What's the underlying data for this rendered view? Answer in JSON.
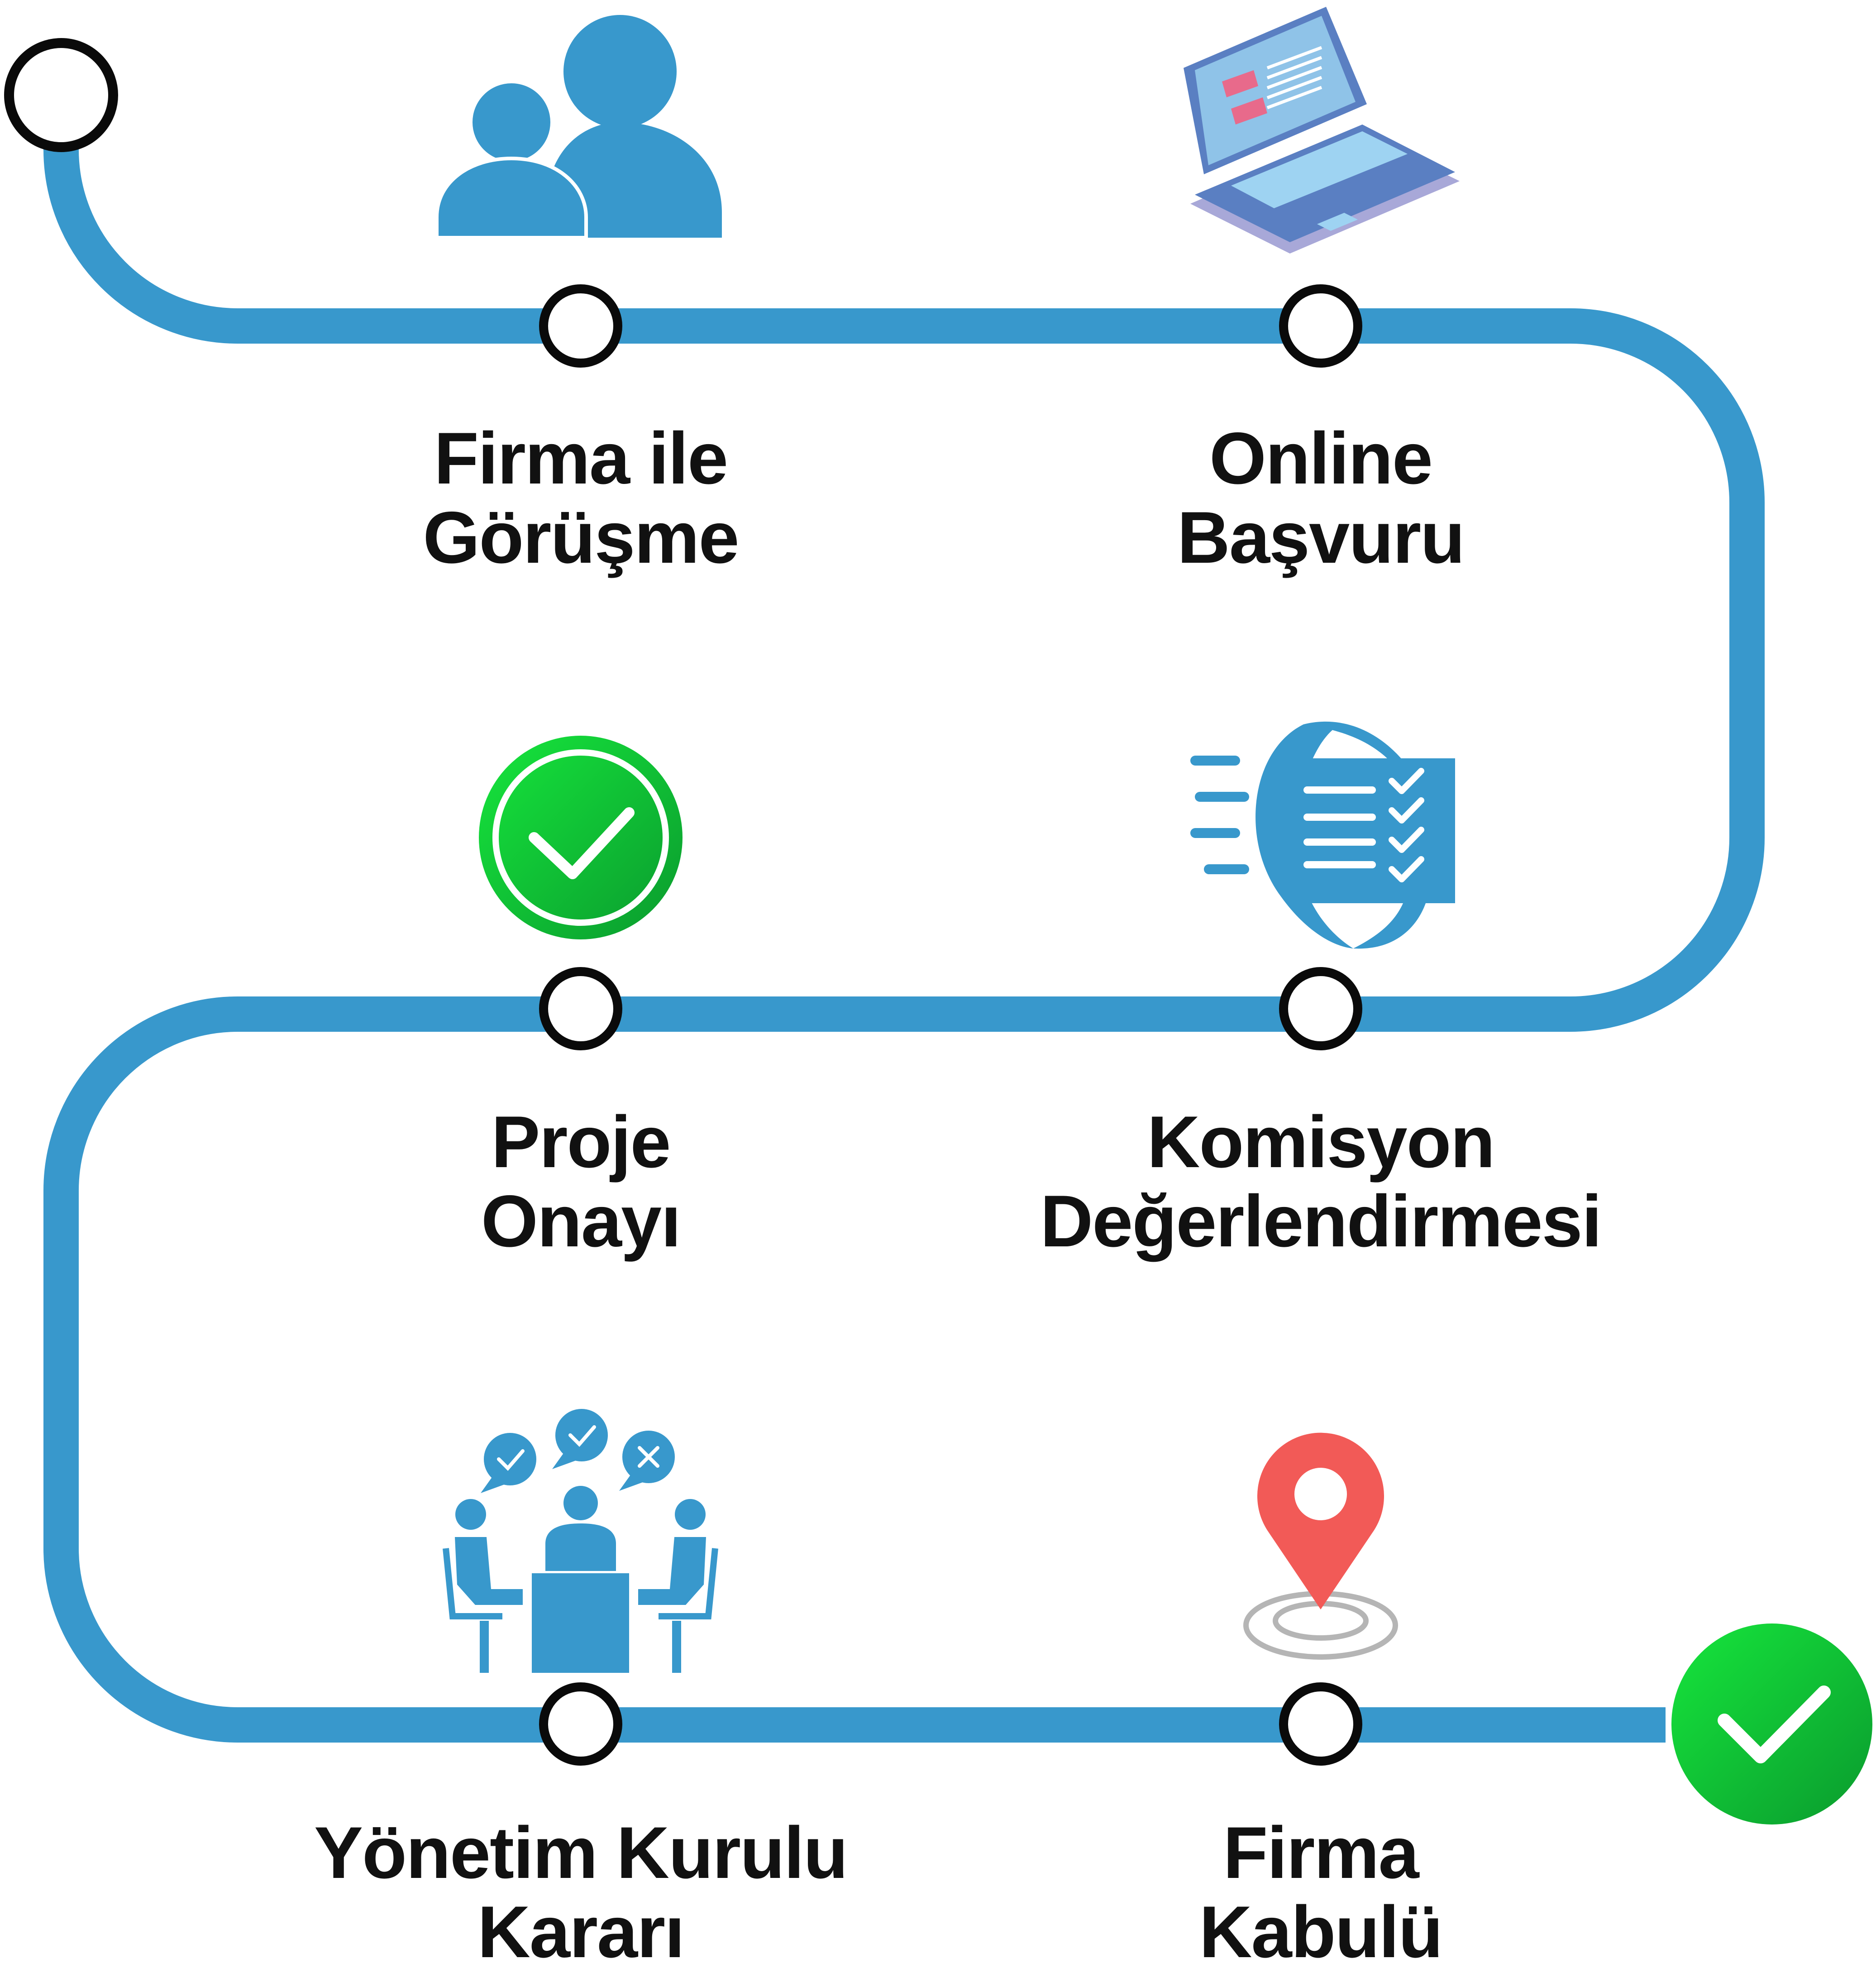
{
  "colors": {
    "track": "#3898CC",
    "node_fill": "#FFFFFF",
    "node_stroke": "#0A0A0A",
    "icon_blue": "#3898CC",
    "success_green": "#12C837",
    "pin_red": "#F25A57",
    "ring_gray": "#B5B5B5",
    "laptop_screen": "#8FC3E8",
    "laptop_body": "#5A7FC2",
    "laptop_keys": "#9ED3F2",
    "laptop_red": "#E86A8B"
  },
  "steps": [
    {
      "id": "firma-ile-gorusme",
      "line1": "Firma ile",
      "line2": "Görüşme",
      "icon": "users-icon"
    },
    {
      "id": "online-basvuru",
      "line1": "Online",
      "line2": "Başvuru",
      "icon": "laptop-icon"
    },
    {
      "id": "proje-onayi",
      "line1": "Proje",
      "line2": "Onayı",
      "icon": "check-badge-icon"
    },
    {
      "id": "komisyon-degerlendirmesi",
      "line1": "Komisyon",
      "line2": "Değerlendirmesi",
      "icon": "checklist-icon"
    },
    {
      "id": "yonetim-kurulu-karari",
      "line1": "Yönetim Kurulu",
      "line2": "Kararı",
      "icon": "meeting-icon"
    },
    {
      "id": "firma-kabulu",
      "line1": "Firma",
      "line2": "Kabulü",
      "icon": "location-pin-icon"
    }
  ],
  "start_marker": "start-circle-icon",
  "end_marker": "end-check-icon"
}
